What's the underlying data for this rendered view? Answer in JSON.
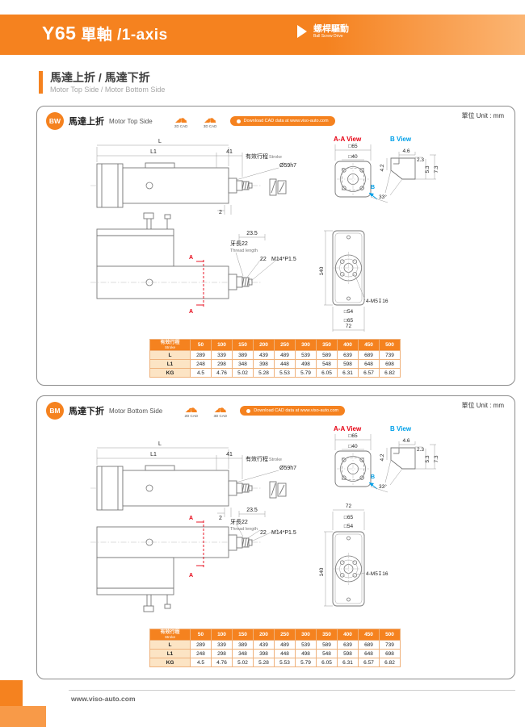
{
  "colors": {
    "accent": "#F5821F",
    "section_red": "#E60012",
    "view_blue": "#00A0E9"
  },
  "header": {
    "title_model": "Y65",
    "title_rest": "單軸 /1-axis",
    "drive_cn": "螺桿驅動",
    "drive_en": "Ball Screw Drive"
  },
  "section": {
    "title": "馬達上折 / 馬達下折",
    "subtitle": "Motor Top Side / Motor Bottom Side"
  },
  "footer": {
    "url": "www.viso-auto.com"
  },
  "panels": [
    {
      "badge": "BW",
      "title_cn": "馬達上折",
      "title_en": "Motor Top Side",
      "unit_label": "單位 Unit : mm",
      "cad": {
        "icon_2d": "2D CAD",
        "icon_3d": "3D CAD",
        "download": "Download CAD data at www.viso-auto.com"
      },
      "views": {
        "aa_title": "A-A View",
        "b_title": "B View"
      },
      "dims": {
        "L": "L",
        "L1": "L1",
        "n41": "41",
        "stroke_cn": "有效行程",
        "stroke_en": "Stroke",
        "rod_dia": "Ø59h7",
        "n2": "2",
        "thread_cn": "牙長22",
        "thread_en": "Thread length",
        "n23_5": "23.5",
        "n22": "22",
        "thread_spec": "M14*P1.5",
        "sec_a": "A",
        "sq65": "□65",
        "sq40": "□40",
        "sq54": "□54",
        "n140": "140",
        "n72": "72",
        "bolt": "4-M5↧16",
        "view_b": "B",
        "ang33": "33°",
        "n4_6": "4.6",
        "n2_3": "2.3",
        "n4_2": "4.2",
        "n5_3": "5.3",
        "n7_3": "7.3"
      },
      "table": {
        "header_cn": "有效行程",
        "header_en": "Stroke",
        "strokes": [
          "50",
          "100",
          "150",
          "200",
          "250",
          "300",
          "350",
          "400",
          "450",
          "500"
        ],
        "rows": [
          {
            "label": "L",
            "values": [
              "289",
              "339",
              "389",
              "439",
              "489",
              "539",
              "589",
              "639",
              "689",
              "739"
            ]
          },
          {
            "label": "L1",
            "values": [
              "248",
              "298",
              "348",
              "398",
              "448",
              "498",
              "548",
              "598",
              "648",
              "698"
            ]
          },
          {
            "label": "KG",
            "values": [
              "4.5",
              "4.76",
              "5.02",
              "5.28",
              "5.53",
              "5.79",
              "6.05",
              "6.31",
              "6.57",
              "6.82"
            ]
          }
        ]
      }
    },
    {
      "badge": "BM",
      "title_cn": "馬達下折",
      "title_en": "Motor Bottom Side",
      "unit_label": "單位 Unit : mm",
      "cad": {
        "icon_2d": "2D CAD",
        "icon_3d": "3D CAD",
        "download": "Download CAD data at www.viso-auto.com"
      },
      "views": {
        "aa_title": "A-A View",
        "b_title": "B View"
      },
      "dims": {
        "L": "L",
        "L1": "L1",
        "n41": "41",
        "stroke_cn": "有效行程",
        "stroke_en": "Stroke",
        "rod_dia": "Ø59h7",
        "n2": "2",
        "thread_cn": "牙長22",
        "thread_en": "Thread length",
        "n23_5": "23.5",
        "n22": "22",
        "thread_spec": "M14*P1.5",
        "sec_a": "A",
        "sq65": "□65",
        "sq40": "□40",
        "sq54": "□54",
        "n140": "140",
        "n72": "72",
        "bolt": "4-M5↧16",
        "view_b": "B",
        "ang33": "33°",
        "n4_6": "4.6",
        "n2_3": "2.3",
        "n4_2": "4.2",
        "n5_3": "5.3",
        "n7_3": "7.3"
      },
      "table": {
        "header_cn": "有效行程",
        "header_en": "Stroke",
        "strokes": [
          "50",
          "100",
          "150",
          "200",
          "250",
          "300",
          "350",
          "400",
          "450",
          "500"
        ],
        "rows": [
          {
            "label": "L",
            "values": [
              "289",
              "339",
              "389",
              "439",
              "489",
              "539",
              "589",
              "639",
              "689",
              "739"
            ]
          },
          {
            "label": "L1",
            "values": [
              "248",
              "298",
              "348",
              "398",
              "448",
              "498",
              "548",
              "598",
              "648",
              "698"
            ]
          },
          {
            "label": "KG",
            "values": [
              "4.5",
              "4.76",
              "5.02",
              "5.28",
              "5.53",
              "5.79",
              "6.05",
              "6.31",
              "6.57",
              "6.82"
            ]
          }
        ]
      }
    }
  ]
}
